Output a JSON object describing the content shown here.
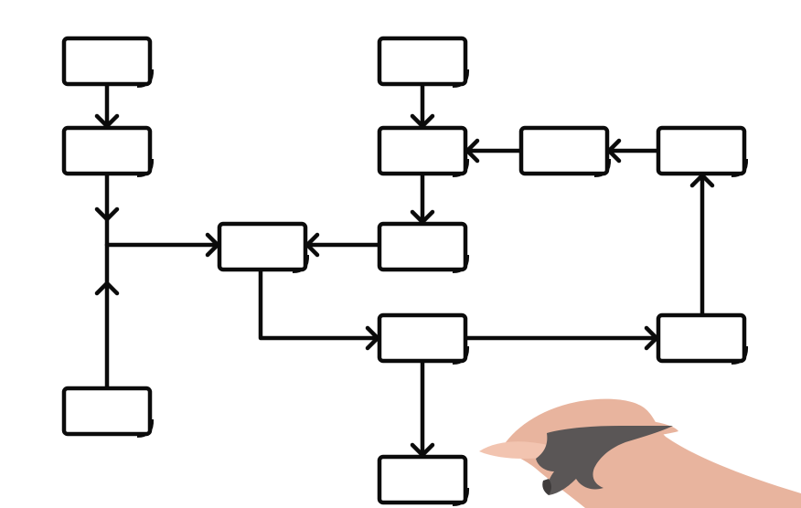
{
  "diagram": {
    "kind": "flowchart",
    "node_count": 13,
    "edge_count": 12,
    "nodes": [
      {
        "id": "n1",
        "label": ""
      },
      {
        "id": "n2",
        "label": ""
      },
      {
        "id": "n3",
        "label": ""
      },
      {
        "id": "n4",
        "label": ""
      },
      {
        "id": "n5",
        "label": ""
      },
      {
        "id": "n6",
        "label": ""
      },
      {
        "id": "n7",
        "label": ""
      },
      {
        "id": "n8",
        "label": ""
      },
      {
        "id": "n9",
        "label": ""
      },
      {
        "id": "n10",
        "label": ""
      },
      {
        "id": "n11",
        "label": ""
      },
      {
        "id": "n12",
        "label": ""
      },
      {
        "id": "n13",
        "label": ""
      }
    ],
    "edges": [
      {
        "from": "n1",
        "to": "n2"
      },
      {
        "from": "n2",
        "to": "n6"
      },
      {
        "from": "n4",
        "to": "n6"
      },
      {
        "from": "n5",
        "to": "n7"
      },
      {
        "from": "n7",
        "to": "n8"
      },
      {
        "from": "n8",
        "to": "n6"
      },
      {
        "from": "n9",
        "to": "n7"
      },
      {
        "from": "n10",
        "to": "n9"
      },
      {
        "from": "n11",
        "to": "n10"
      },
      {
        "from": "n6",
        "to": "n12"
      },
      {
        "from": "n12",
        "to": "n11"
      },
      {
        "from": "n12",
        "to": "n13"
      }
    ],
    "colors": {
      "ink": "#0b0b0b",
      "paper": "#ffffff",
      "skin": "#e8b49e",
      "pen": "#5a5656"
    },
    "illustration": "hand-holding-pen"
  }
}
